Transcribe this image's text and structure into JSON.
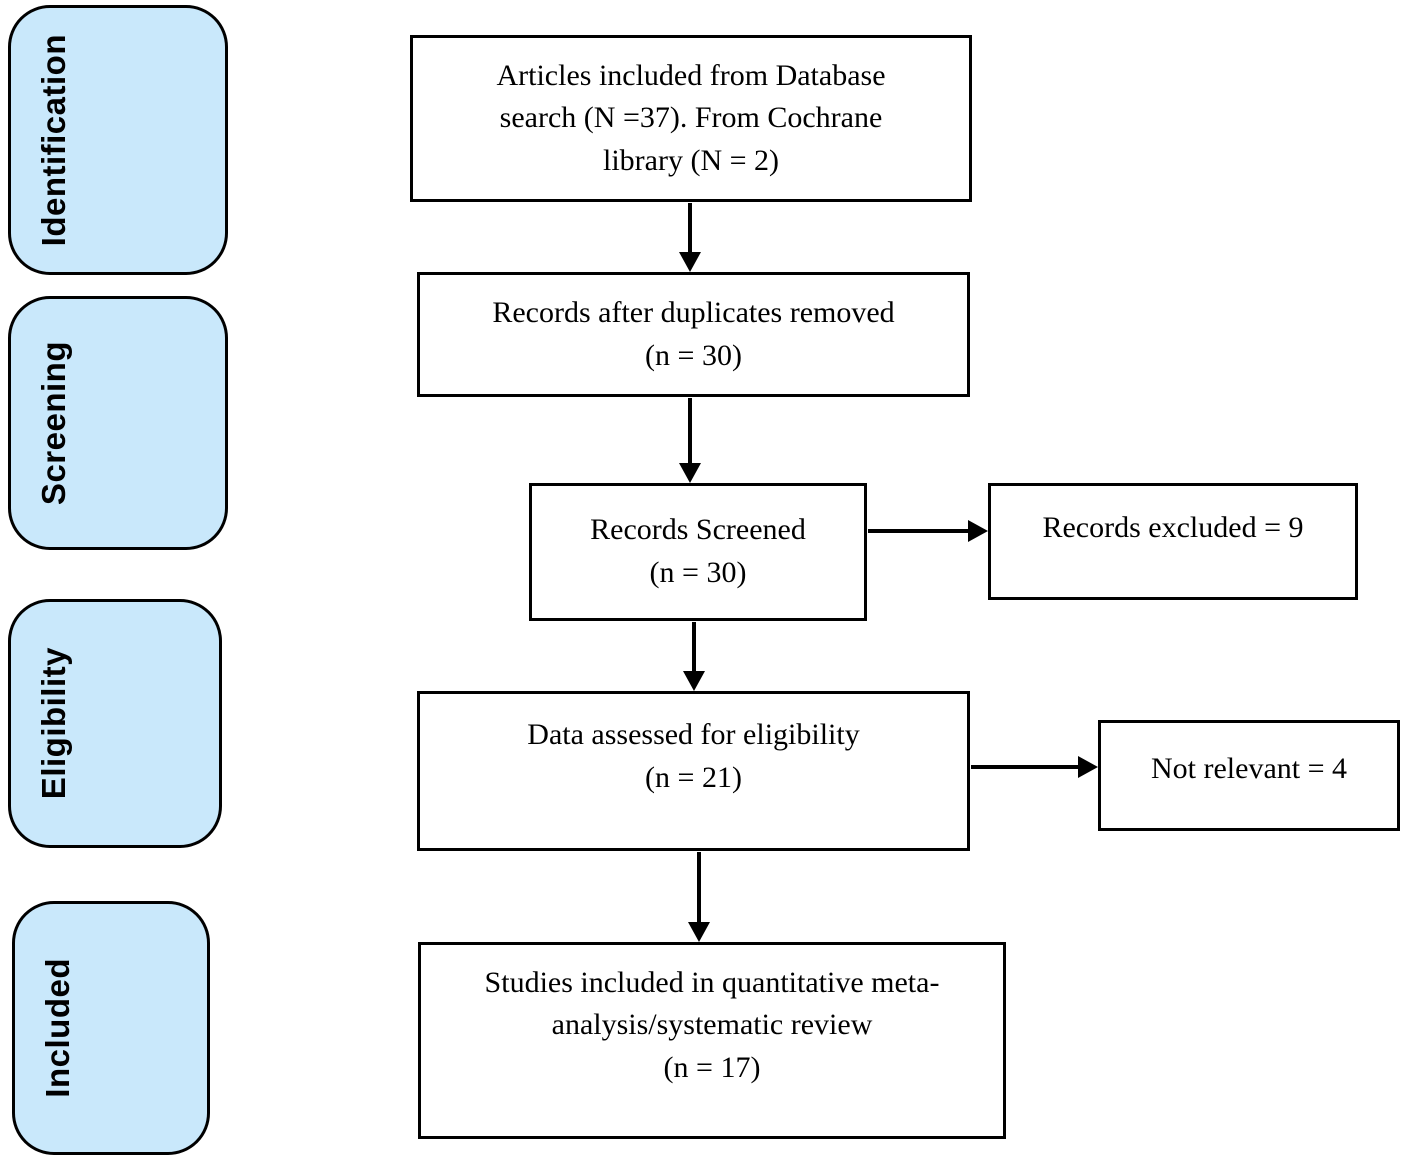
{
  "diagram": {
    "type": "prisma-flow-diagram",
    "colors": {
      "stage_fill": "#c9e8fb",
      "border": "#000000",
      "background": "#ffffff"
    },
    "stages": [
      {
        "label": "Identification"
      },
      {
        "label": "Screening"
      },
      {
        "label": "Eligibility"
      },
      {
        "label": "Included"
      }
    ],
    "boxes": {
      "database_search": {
        "lines": [
          "Articles included from Database",
          "search (N =37). From Cochrane",
          "library (N = 2)"
        ]
      },
      "duplicates_removed": {
        "lines": [
          "Records after duplicates removed",
          "(n = 30)"
        ]
      },
      "records_screened": {
        "lines": [
          "Records Screened",
          "(n = 30)"
        ]
      },
      "records_excluded": {
        "lines": [
          "Records excluded = 9"
        ]
      },
      "assessed_eligibility": {
        "lines": [
          "Data assessed for eligibility",
          "(n = 21)"
        ]
      },
      "not_relevant": {
        "lines": [
          "Not relevant = 4"
        ]
      },
      "studies_included": {
        "lines": [
          "Studies included in quantitative meta-",
          "analysis/systematic review",
          "(n = 17)"
        ]
      }
    }
  }
}
